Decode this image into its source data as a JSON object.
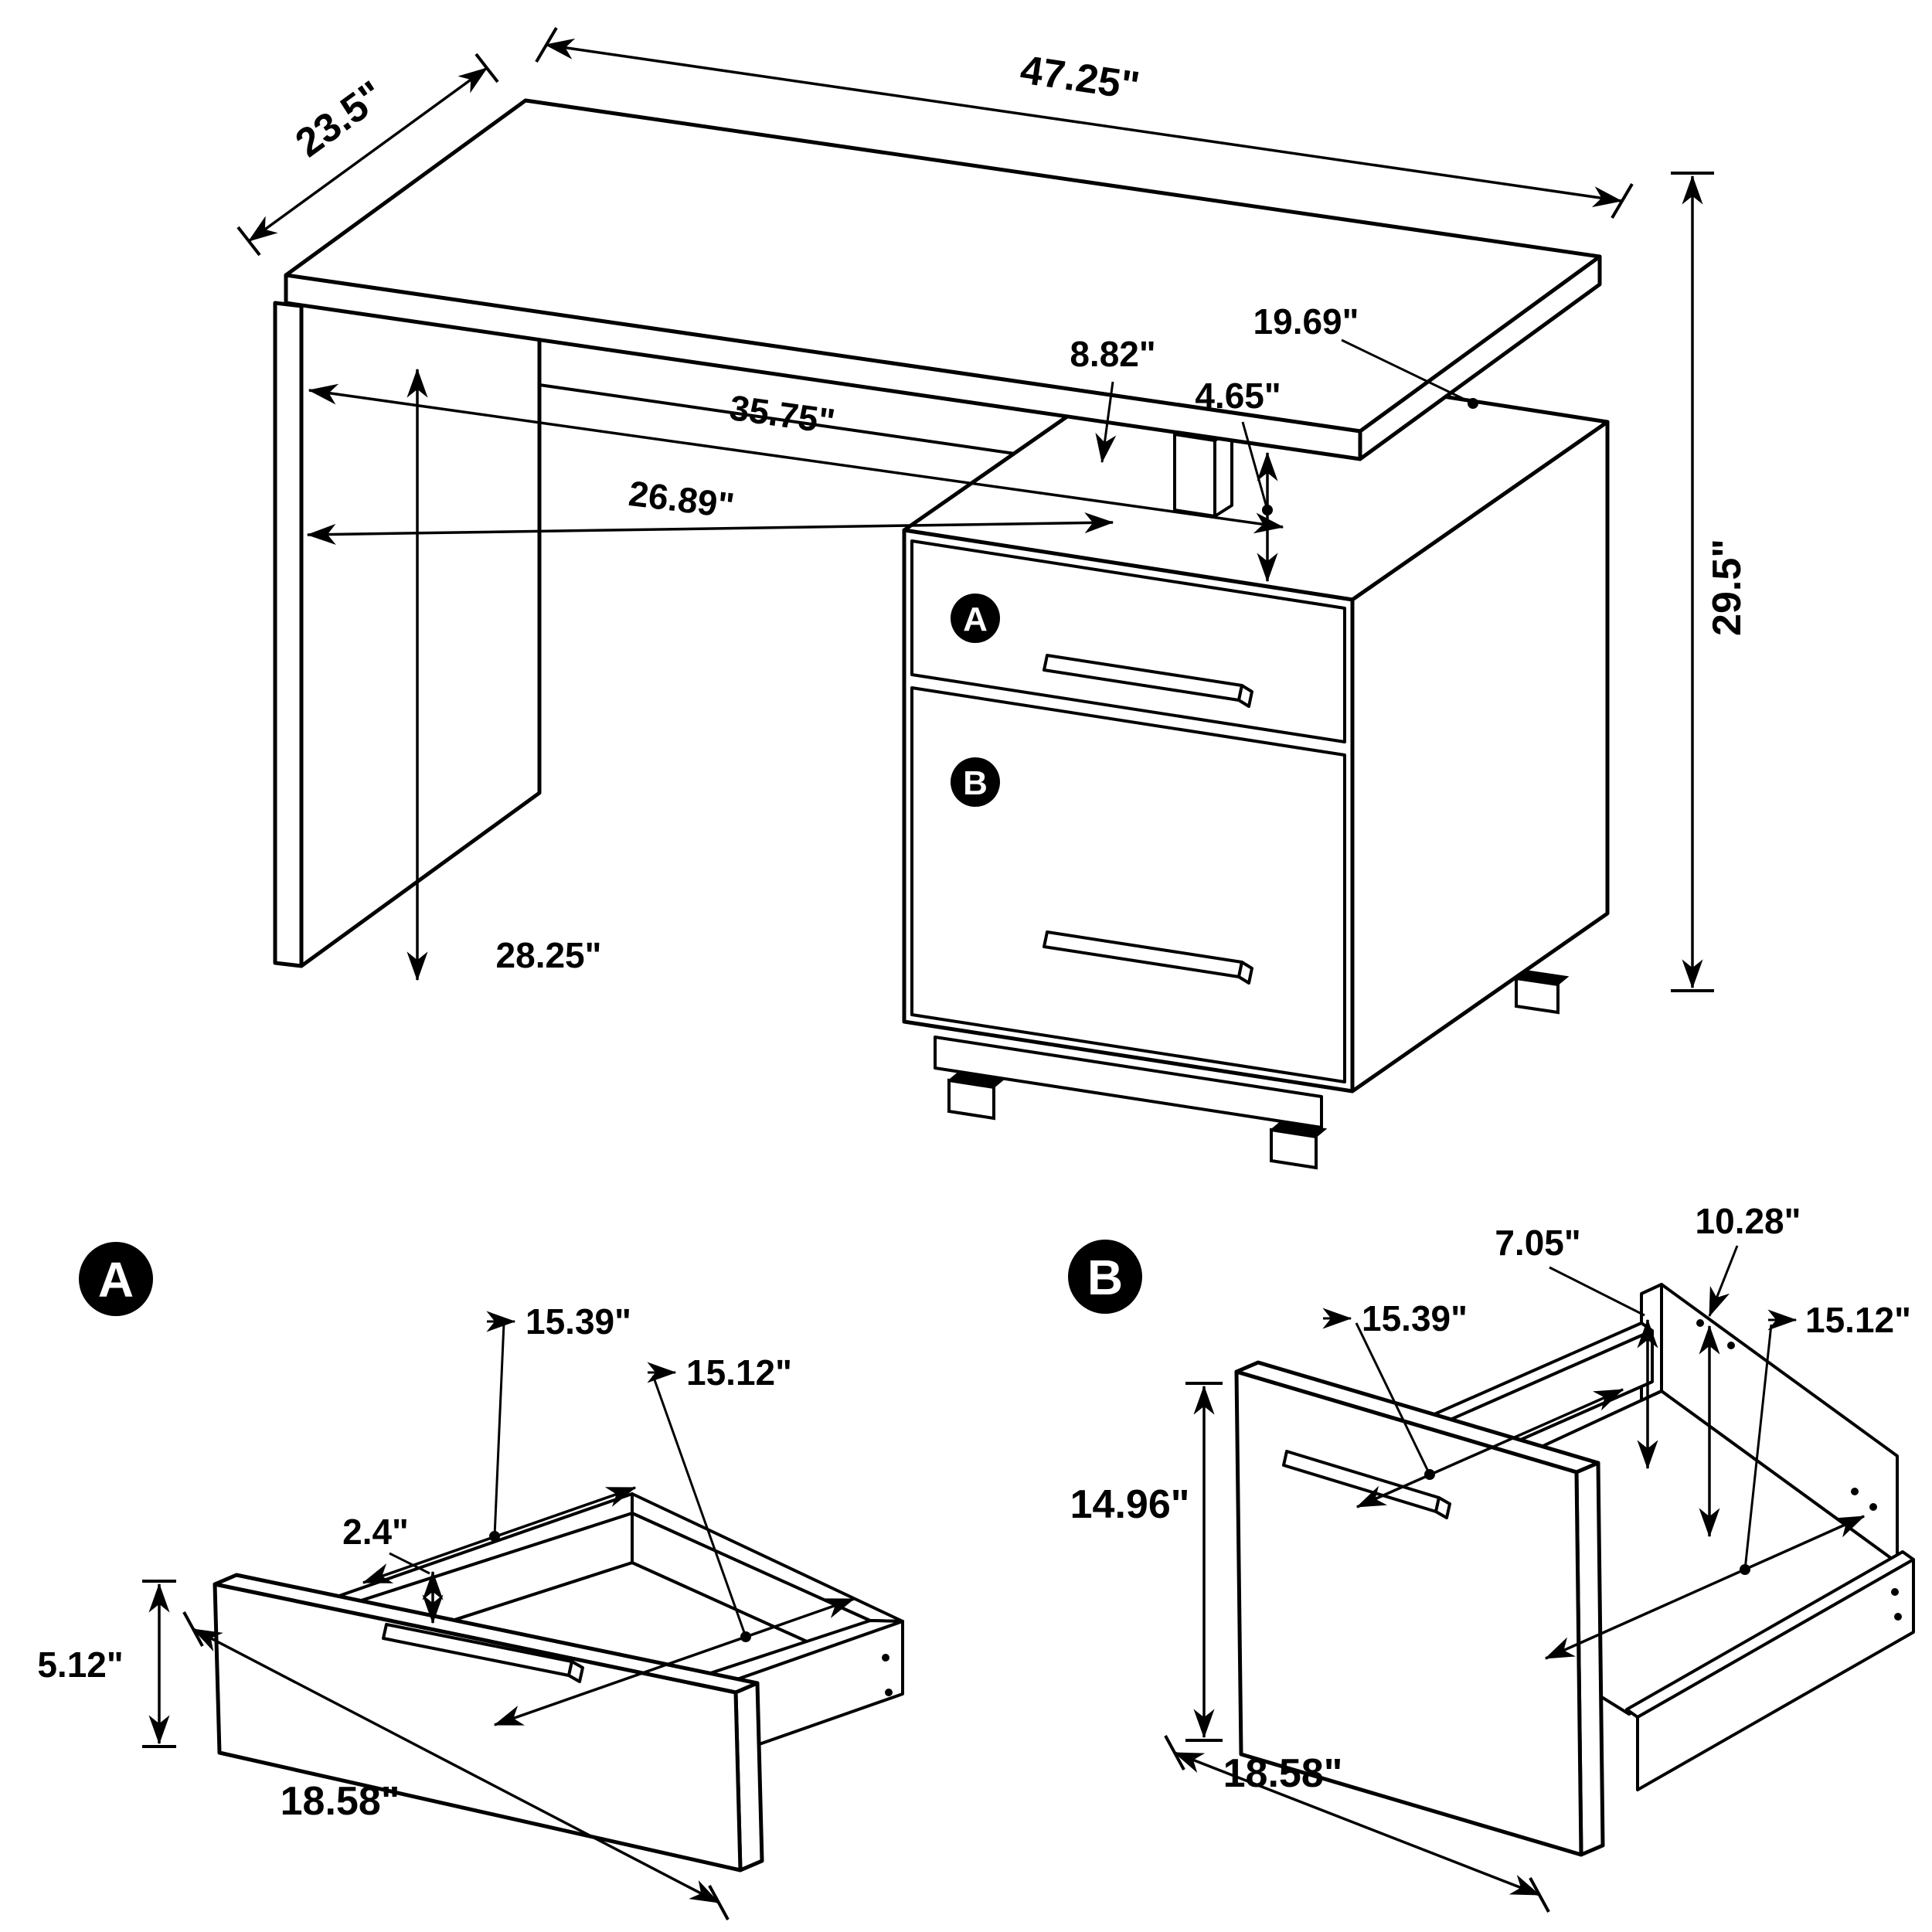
{
  "page": {
    "background": "#ffffff",
    "line_color": "#000000"
  },
  "main_view": {
    "labels": {
      "drawer_a": "A",
      "drawer_b": "B"
    },
    "dimensions": {
      "depth": "23.5\"",
      "width": "47.25\"",
      "cabinet_depth": "19.69\"",
      "overhang": "8.82\"",
      "gap": "4.65\"",
      "rail_length": "35.75\"",
      "knee_space": "26.89\"",
      "height": "29.5\"",
      "panel_height": "28.25\""
    }
  },
  "detail_a": {
    "badge": "A",
    "dimensions": {
      "rim_height": "2.4\"",
      "interior_width": "15.39\"",
      "interior_depth": "15.12\"",
      "front_height": "5.12\"",
      "front_width": "18.58\""
    }
  },
  "detail_b": {
    "badge": "B",
    "dimensions": {
      "back_width": "10.28\"",
      "side_height": "7.05\"",
      "interior_width": "15.39\"",
      "interior_depth": "15.12\"",
      "front_height": "14.96\"",
      "front_width": "18.58\""
    }
  }
}
